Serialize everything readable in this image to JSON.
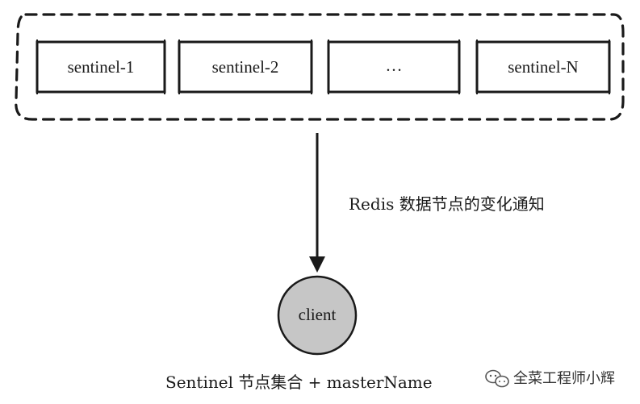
{
  "nodes": {
    "sentinels": [
      {
        "label": "sentinel-1"
      },
      {
        "label": "sentinel-2"
      },
      {
        "label": "…"
      },
      {
        "label": "sentinel-N"
      }
    ],
    "client": {
      "label": "client"
    }
  },
  "edge": {
    "label": "Redis 数据节点的变化通知"
  },
  "caption": "Sentinel 节点集合 + masterName",
  "watermark": {
    "text": "全菜工程师小辉"
  },
  "colors": {
    "stroke": "#1a1a1a",
    "client_fill": "#c6c6c6",
    "background": "#ffffff"
  }
}
